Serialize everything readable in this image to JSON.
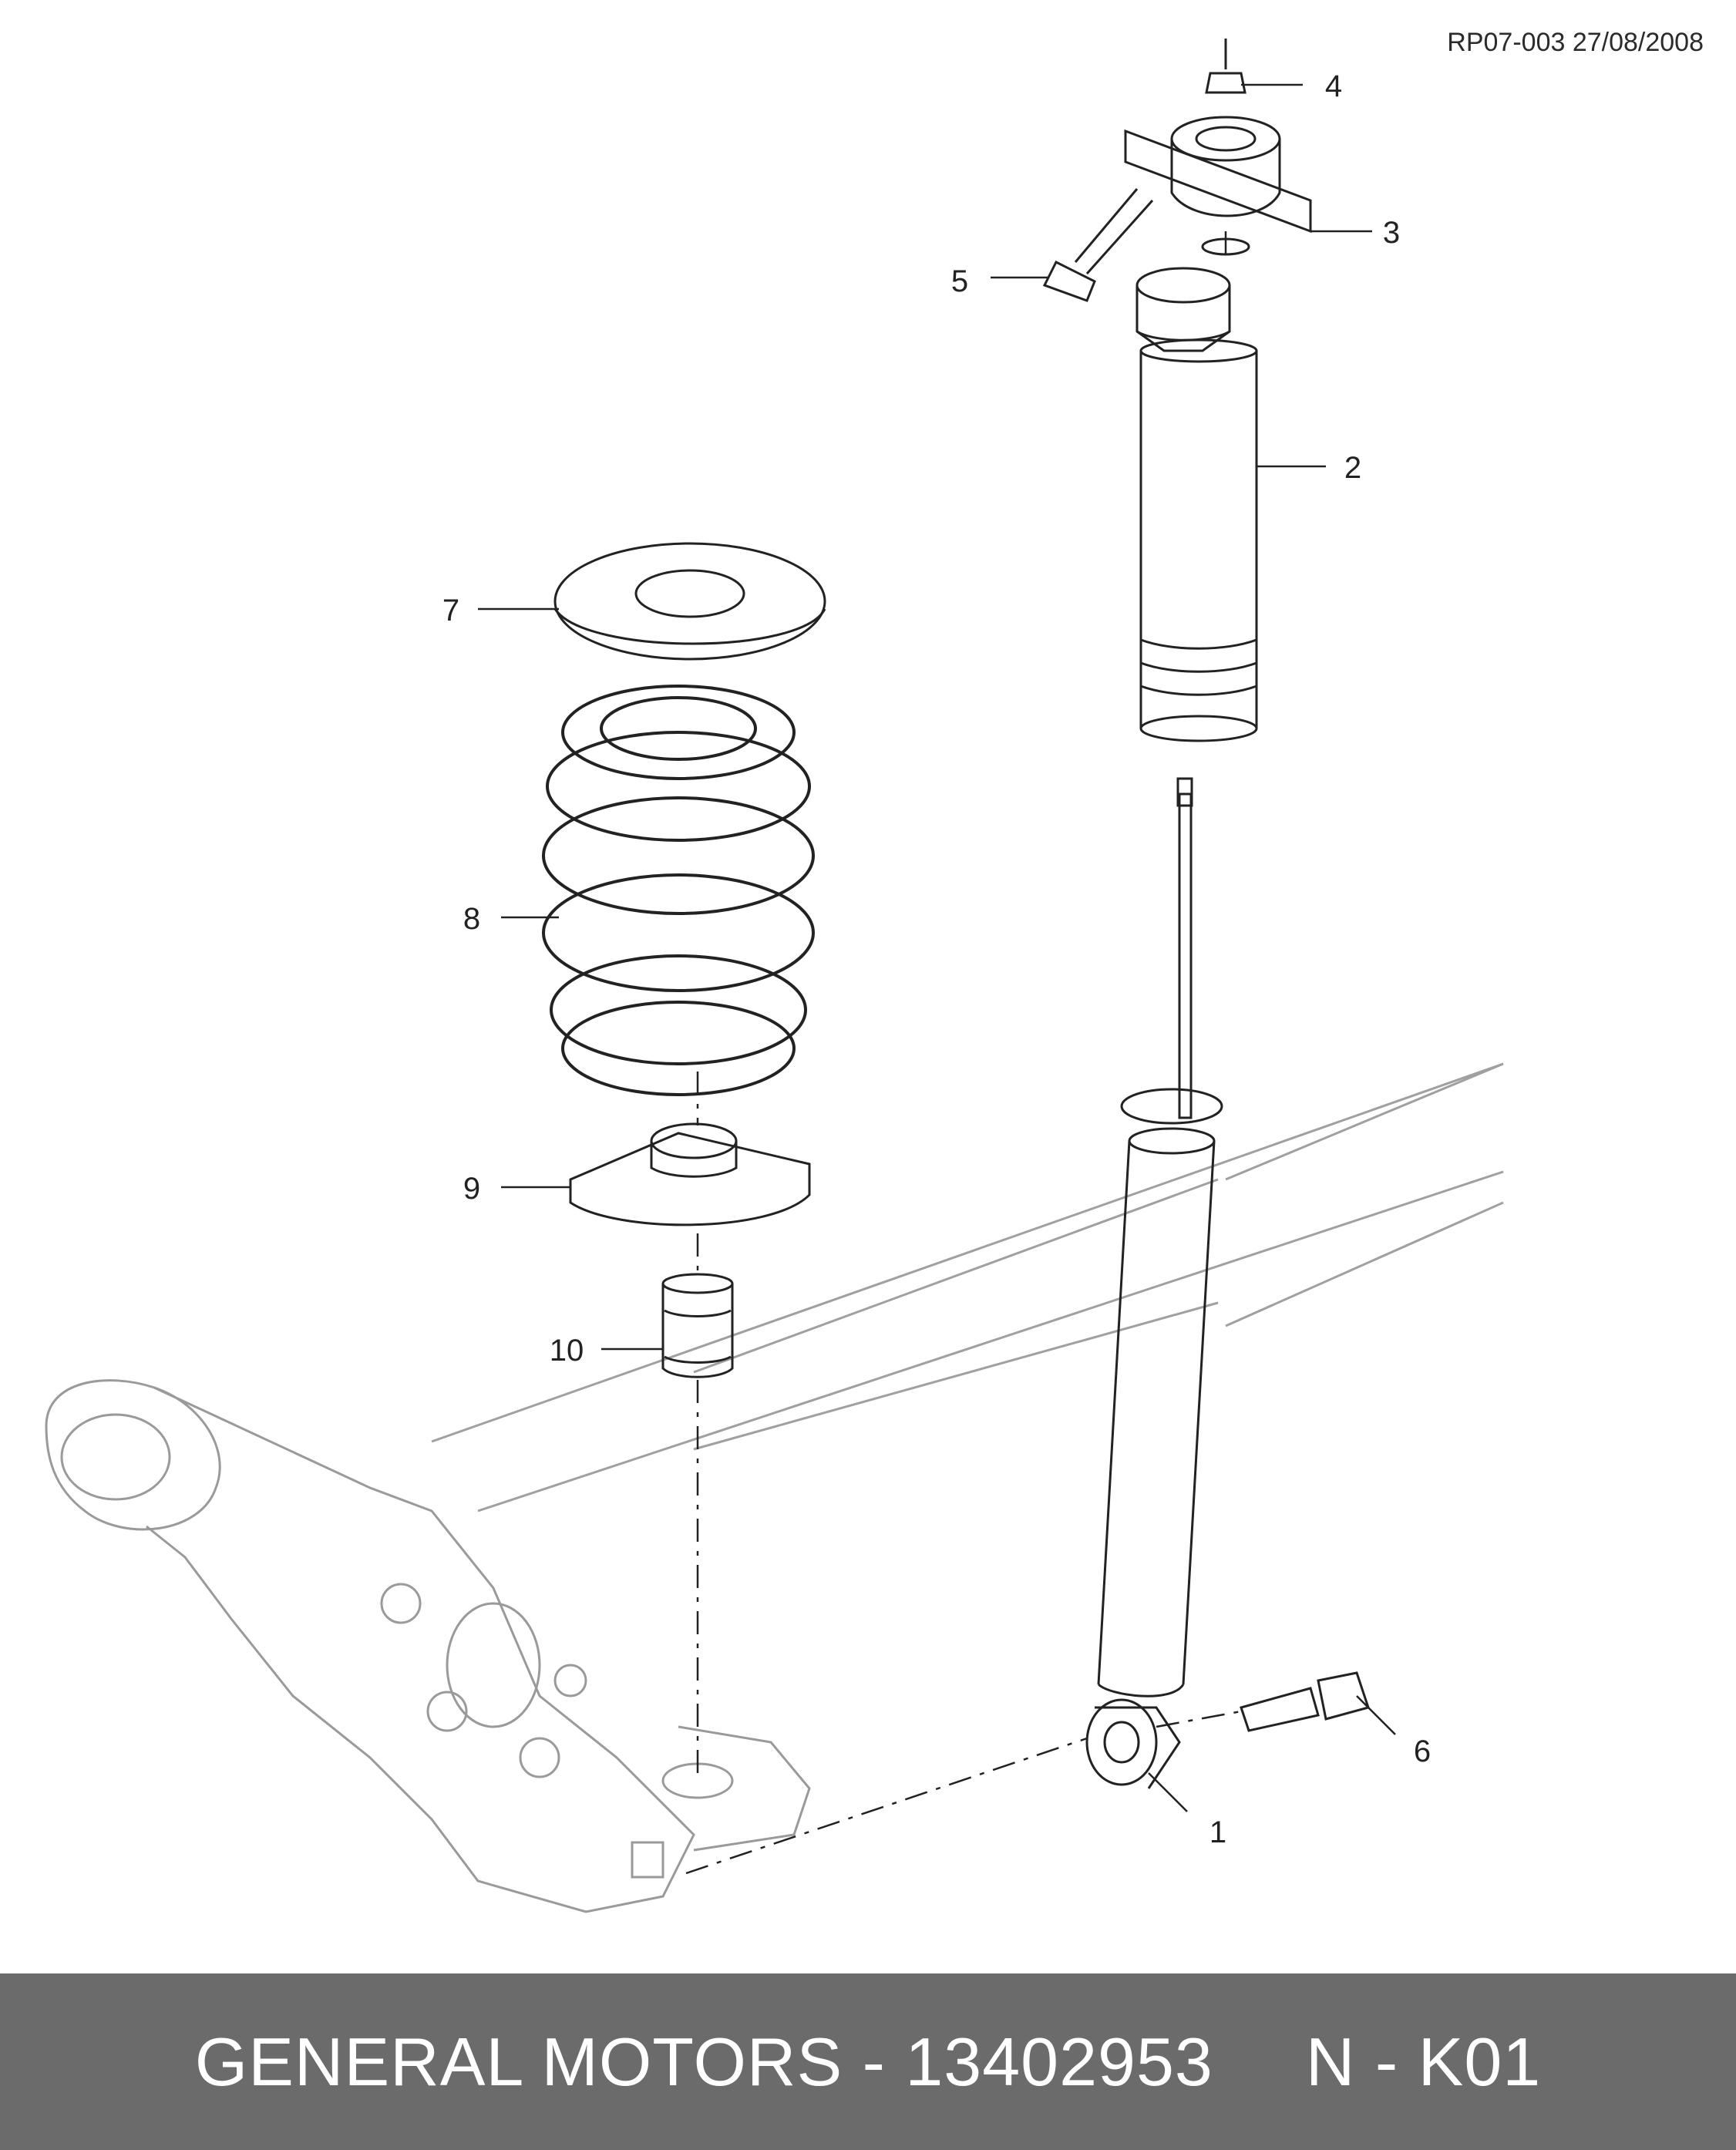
{
  "header": {
    "reference": "RP07-003 27/08/2008"
  },
  "callouts": [
    {
      "id": "callout-1",
      "label": "1"
    },
    {
      "id": "callout-2",
      "label": "2"
    },
    {
      "id": "callout-3",
      "label": "3"
    },
    {
      "id": "callout-4",
      "label": "4"
    },
    {
      "id": "callout-5",
      "label": "5"
    },
    {
      "id": "callout-6",
      "label": "6"
    },
    {
      "id": "callout-7",
      "label": "7"
    },
    {
      "id": "callout-8",
      "label": "8"
    },
    {
      "id": "callout-9",
      "label": "9"
    },
    {
      "id": "callout-10",
      "label": "10"
    }
  ],
  "footer": {
    "part_title": "GENERAL MOTORS - 13402953",
    "code": "N - K01"
  },
  "colors": {
    "line": "#222222",
    "faint": "#9a9a9a",
    "footer_bg": "#6b6b6b",
    "footer_text": "#ffffff"
  }
}
